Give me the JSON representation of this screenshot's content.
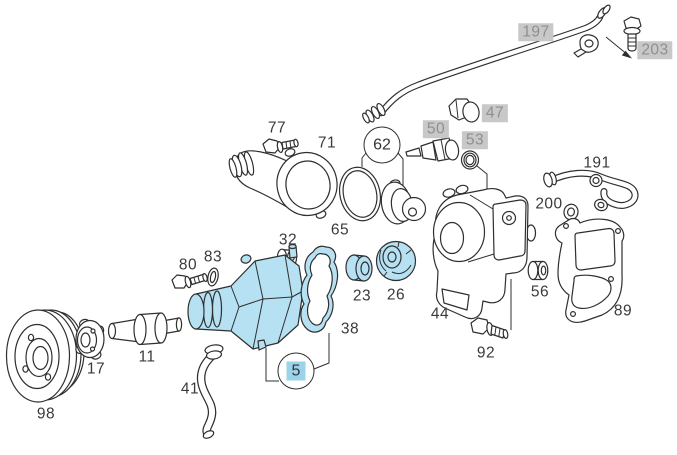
{
  "diagram": {
    "description": "exploded water pump parts diagram"
  },
  "colors": {
    "highlight": "#b5e1f3",
    "label_box_bg": "#c8c8c8",
    "label_box_text": "#8f8f8f",
    "balloon_highlight_bg": "#9ad3ea",
    "line": "#2f2f2f"
  },
  "labels": {
    "p77": "77",
    "p71": "71",
    "p65": "65",
    "p32": "32",
    "p23": "23",
    "p26": "26",
    "p44": "44",
    "p92": "92",
    "p56": "56",
    "p89": "89",
    "p200": "200",
    "p191": "191",
    "p80": "80",
    "p83": "83",
    "p11": "11",
    "p17": "17",
    "p98": "98",
    "p41": "41",
    "p38": "38",
    "b197": "197",
    "b203": "203",
    "b47": "47",
    "b50": "50",
    "b53": "53",
    "c62": "62",
    "c5": "5"
  }
}
